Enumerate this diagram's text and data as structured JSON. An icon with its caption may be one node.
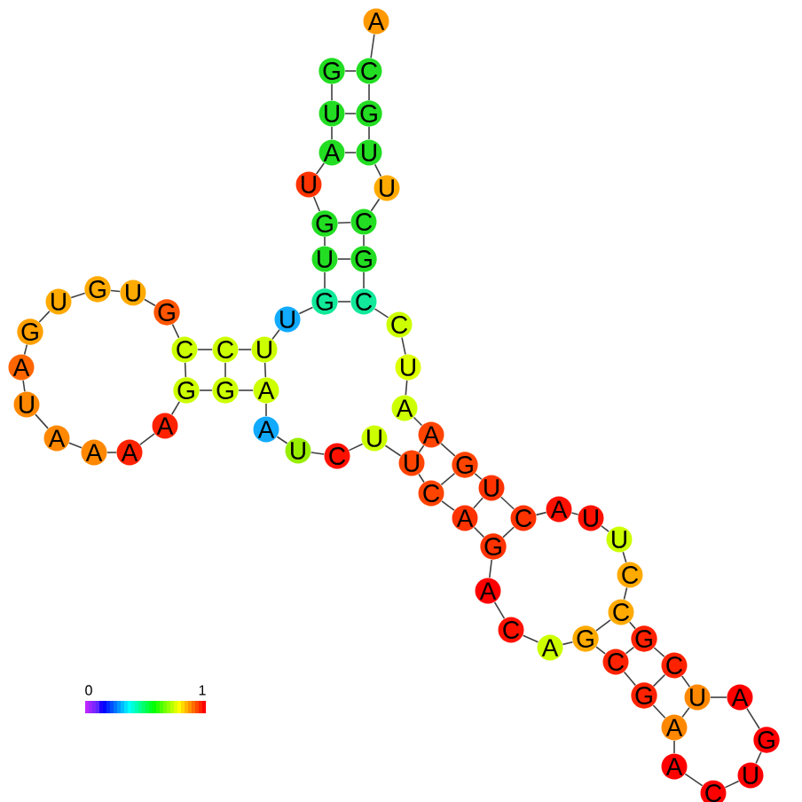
{
  "diagram": {
    "nodes": [
      {
        "text": [
          "G"
        ]
      },
      {
        "text": [
          "U"
        ]
      },
      {
        "text": [
          "A"
        ]
      },
      {
        "text": [
          "U"
        ]
      },
      {
        "text": [
          "G"
        ]
      },
      {
        "text": [
          "U"
        ]
      },
      {
        "text": [
          "G"
        ]
      },
      {
        "text": [
          "U"
        ]
      },
      {
        "text": [
          "U"
        ]
      },
      {
        "text": [
          "C"
        ]
      },
      {
        "text": [
          "C"
        ]
      },
      {
        "text": [
          "G"
        ]
      },
      {
        "text": [
          "U"
        ]
      },
      {
        "text": [
          "G"
        ]
      },
      {
        "text": [
          "U"
        ]
      },
      {
        "text": [
          "G"
        ]
      },
      {
        "text": [
          "A"
        ]
      },
      {
        "text": [
          "U"
        ]
      },
      {
        "text": [
          "A"
        ]
      },
      {
        "text": [
          "A"
        ]
      },
      {
        "text": [
          "A"
        ]
      },
      {
        "text": [
          "A"
        ]
      },
      {
        "text": [
          "G"
        ]
      },
      {
        "text": [
          "G"
        ]
      },
      {
        "text": [
          "A"
        ]
      },
      {
        "text": [
          "A"
        ]
      },
      {
        "text": [
          "U"
        ]
      },
      {
        "text": [
          "C"
        ]
      },
      {
        "text": [
          "U"
        ]
      },
      {
        "text": [
          "U"
        ]
      },
      {
        "text": [
          "C"
        ]
      },
      {
        "text": [
          "A"
        ]
      },
      {
        "text": [
          "G"
        ]
      },
      {
        "text": [
          "A"
        ]
      },
      {
        "text": [
          "C"
        ]
      },
      {
        "text": [
          "A"
        ]
      },
      {
        "text": [
          "G"
        ]
      },
      {
        "text": [
          "C"
        ]
      },
      {
        "text": [
          "G"
        ]
      },
      {
        "text": [
          "A"
        ]
      },
      {
        "text": [
          "A"
        ]
      },
      {
        "text": [
          "C"
        ]
      },
      {
        "text": [
          "U"
        ]
      },
      {
        "text": [
          "G"
        ]
      },
      {
        "text": [
          "A"
        ]
      },
      {
        "text": [
          "U"
        ]
      },
      {
        "text": [
          "C"
        ]
      },
      {
        "text": [
          "G"
        ]
      },
      {
        "text": [
          "C"
        ]
      },
      {
        "text": [
          "C"
        ]
      },
      {
        "text": [
          "U"
        ]
      },
      {
        "text": [
          "U"
        ]
      },
      {
        "text": [
          "A"
        ]
      },
      {
        "text": [
          "C"
        ]
      },
      {
        "text": [
          "U"
        ]
      },
      {
        "text": [
          "G"
        ]
      },
      {
        "text": [
          "A"
        ]
      },
      {
        "text": [
          "A"
        ]
      },
      {
        "text": [
          "U"
        ]
      },
      {
        "text": [
          "C"
        ]
      },
      {
        "text": [
          "C"
        ]
      },
      {
        "text": [
          "G"
        ]
      },
      {
        "text": [
          "C"
        ]
      },
      {
        "text": [
          "U"
        ]
      },
      {
        "text": [
          "U"
        ]
      },
      {
        "text": [
          "G"
        ]
      },
      {
        "text": [
          "C"
        ]
      },
      {
        "text": [
          "A"
        ]
      }
    ],
    "edges": [
      {
        "from": 0,
        "to": 1,
        "arrow": "none"
      },
      {
        "from": 1,
        "to": 2,
        "arrow": "none"
      },
      {
        "from": 2,
        "to": 3,
        "arrow": "none"
      },
      {
        "from": 3,
        "to": 4,
        "arrow": "none"
      },
      {
        "from": 4,
        "to": 5,
        "arrow": "none"
      },
      {
        "from": 5,
        "to": 6,
        "arrow": "none"
      },
      {
        "from": 6,
        "to": 7,
        "arrow": "none"
      },
      {
        "from": 7,
        "to": 8,
        "arrow": "none"
      },
      {
        "from": 8,
        "to": 9,
        "arrow": "none"
      },
      {
        "from": 9,
        "to": 10,
        "arrow": "none"
      },
      {
        "from": 10,
        "to": 11,
        "arrow": "none"
      },
      {
        "from": 11,
        "to": 12,
        "arrow": "none"
      },
      {
        "from": 12,
        "to": 13,
        "arrow": "none"
      },
      {
        "from": 13,
        "to": 14,
        "arrow": "none"
      },
      {
        "from": 14,
        "to": 15,
        "arrow": "none"
      },
      {
        "from": 15,
        "to": 16,
        "arrow": "none"
      },
      {
        "from": 16,
        "to": 17,
        "arrow": "none"
      },
      {
        "from": 17,
        "to": 18,
        "arrow": "none"
      },
      {
        "from": 18,
        "to": 19,
        "arrow": "none"
      },
      {
        "from": 19,
        "to": 20,
        "arrow": "none"
      },
      {
        "from": 20,
        "to": 21,
        "arrow": "none"
      },
      {
        "from": 21,
        "to": 22,
        "arrow": "none"
      },
      {
        "from": 22,
        "to": 23,
        "arrow": "none"
      },
      {
        "from": 23,
        "to": 24,
        "arrow": "none"
      },
      {
        "from": 24,
        "to": 25,
        "arrow": "none"
      },
      {
        "from": 25,
        "to": 26,
        "arrow": "none"
      },
      {
        "from": 26,
        "to": 27,
        "arrow": "none"
      },
      {
        "from": 27,
        "to": 28,
        "arrow": "none"
      },
      {
        "from": 28,
        "to": 29,
        "arrow": "none"
      },
      {
        "from": 29,
        "to": 30,
        "arrow": "none"
      },
      {
        "from": 30,
        "to": 31,
        "arrow": "none"
      },
      {
        "from": 31,
        "to": 32,
        "arrow": "none"
      },
      {
        "from": 32,
        "to": 33,
        "arrow": "none"
      },
      {
        "from": 33,
        "to": 34,
        "arrow": "none"
      },
      {
        "from": 34,
        "to": 35,
        "arrow": "none"
      },
      {
        "from": 35,
        "to": 36,
        "arrow": "none"
      },
      {
        "from": 36,
        "to": 37,
        "arrow": "none"
      },
      {
        "from": 37,
        "to": 38,
        "arrow": "none"
      },
      {
        "from": 38,
        "to": 39,
        "arrow": "none"
      },
      {
        "from": 39,
        "to": 40,
        "arrow": "none"
      },
      {
        "from": 40,
        "to": 41,
        "arrow": "none"
      },
      {
        "from": 41,
        "to": 42,
        "arrow": "none"
      },
      {
        "from": 42,
        "to": 43,
        "arrow": "none"
      },
      {
        "from": 43,
        "to": 44,
        "arrow": "none"
      },
      {
        "from": 44,
        "to": 45,
        "arrow": "none"
      },
      {
        "from": 45,
        "to": 46,
        "arrow": "none"
      },
      {
        "from": 46,
        "to": 47,
        "arrow": "none"
      },
      {
        "from": 47,
        "to": 48,
        "arrow": "none"
      },
      {
        "from": 48,
        "to": 49,
        "arrow": "none"
      },
      {
        "from": 49,
        "to": 50,
        "arrow": "none"
      },
      {
        "from": 50,
        "to": 51,
        "arrow": "none"
      },
      {
        "from": 51,
        "to": 52,
        "arrow": "none"
      },
      {
        "from": 52,
        "to": 53,
        "arrow": "none"
      },
      {
        "from": 53,
        "to": 54,
        "arrow": "none"
      },
      {
        "from": 54,
        "to": 55,
        "arrow": "none"
      },
      {
        "from": 55,
        "to": 56,
        "arrow": "none"
      },
      {
        "from": 56,
        "to": 57,
        "arrow": "none"
      },
      {
        "from": 57,
        "to": 58,
        "arrow": "none"
      },
      {
        "from": 58,
        "to": 59,
        "arrow": "none"
      },
      {
        "from": 59,
        "to": 60,
        "arrow": "none"
      },
      {
        "from": 60,
        "to": 61,
        "arrow": "none"
      },
      {
        "from": 61,
        "to": 62,
        "arrow": "none"
      },
      {
        "from": 62,
        "to": 63,
        "arrow": "none"
      },
      {
        "from": 63,
        "to": 64,
        "arrow": "none"
      },
      {
        "from": 64,
        "to": 65,
        "arrow": "none"
      },
      {
        "from": 65,
        "to": 66,
        "arrow": "none"
      },
      {
        "from": 66,
        "to": 67,
        "arrow": "none"
      },
      {
        "from": 0,
        "to": 66,
        "arrow": "none"
      },
      {
        "from": 1,
        "to": 65,
        "arrow": "none"
      },
      {
        "from": 2,
        "to": 64,
        "arrow": "none"
      },
      {
        "from": 4,
        "to": 62,
        "arrow": "none"
      },
      {
        "from": 5,
        "to": 61,
        "arrow": "none"
      },
      {
        "from": 6,
        "to": 60,
        "arrow": "none"
      },
      {
        "from": 8,
        "to": 24,
        "arrow": "none"
      },
      {
        "from": 9,
        "to": 23,
        "arrow": "none"
      },
      {
        "from": 10,
        "to": 22,
        "arrow": "none"
      },
      {
        "from": 29,
        "to": 56,
        "arrow": "none"
      },
      {
        "from": 30,
        "to": 55,
        "arrow": "none"
      },
      {
        "from": 31,
        "to": 54,
        "arrow": "none"
      },
      {
        "from": 32,
        "to": 53,
        "arrow": "none"
      },
      {
        "from": 36,
        "to": 48,
        "arrow": "none"
      },
      {
        "from": 37,
        "to": 47,
        "arrow": "none"
      },
      {
        "from": 38,
        "to": 46,
        "arrow": "none"
      },
      {
        "from": 39,
        "to": 45,
        "arrow": "none"
      }
    ],
    "labels": [
      "0",
      "1"
    ]
  }
}
